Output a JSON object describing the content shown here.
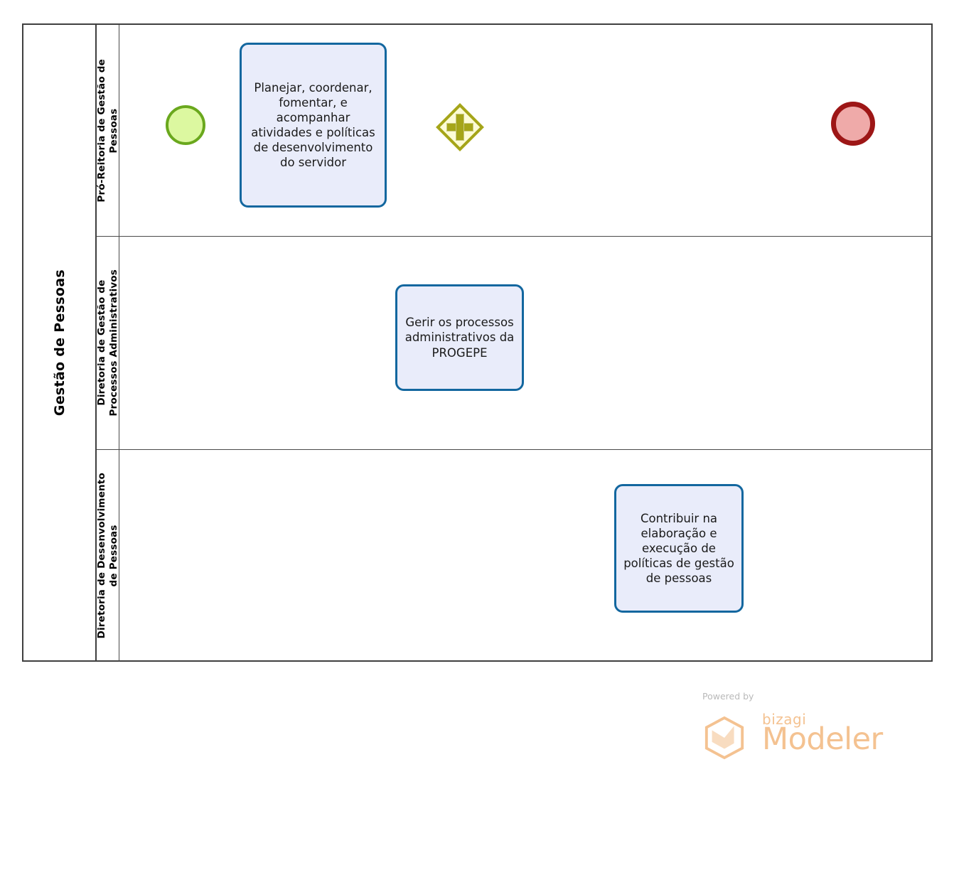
{
  "diagram": {
    "type": "bpmn-process-diagram",
    "pool": {
      "label": "Gestão de Pessoas"
    },
    "lanes": [
      {
        "id": "lane-pro-reitoria",
        "label": "Pró-Reitoria de Gestão de\nPessoas"
      },
      {
        "id": "lane-processos-adm",
        "label": "Diretoria de Gestão de\nProcessos Administrativos"
      },
      {
        "id": "lane-desenvolvimento",
        "label": "Diretoria de Desenvolvimento\nde Pessoas"
      }
    ],
    "nodes": [
      {
        "id": "start-event",
        "type": "start-event",
        "label": "",
        "lane": "lane-pro-reitoria",
        "fill": "#dcf8a0",
        "stroke": "#6aa81d"
      },
      {
        "id": "task-planejar",
        "type": "task",
        "label": "Planejar, coordenar, fomentar, e acompanhar atividades e políticas de desenvolvimento do servidor",
        "lane": "lane-pro-reitoria",
        "fill": "#e9ecfa",
        "stroke": "#13679f"
      },
      {
        "id": "gateway-parallel",
        "type": "parallel-gateway",
        "label": "",
        "lane": "lane-pro-reitoria",
        "fill": "#fdfcd6",
        "stroke": "#a5a519"
      },
      {
        "id": "task-gerir",
        "type": "task",
        "label": "Gerir os processos administrativos da PROGEPE",
        "lane": "lane-processos-adm",
        "fill": "#e9ecfa",
        "stroke": "#13679f"
      },
      {
        "id": "task-contribuir",
        "type": "task",
        "label": "Contribuir na elaboração e execução de políticas de gestão de pessoas",
        "lane": "lane-desenvolvimento",
        "fill": "#e9ecfa",
        "stroke": "#13679f"
      },
      {
        "id": "end-event",
        "type": "end-event",
        "label": "",
        "lane": "lane-pro-reitoria",
        "fill": "#efaaa9",
        "stroke": "#9d1616"
      }
    ],
    "flows": [
      {
        "id": "flow-start-to-planejar",
        "from": "start-event",
        "to": "task-planejar"
      },
      {
        "id": "flow-planejar-to-gateway",
        "from": "task-planejar",
        "to": "gateway-parallel"
      },
      {
        "id": "flow-gateway-to-gerir",
        "from": "gateway-parallel",
        "to": "task-gerir"
      },
      {
        "id": "flow-gateway-to-contribuir",
        "from": "gateway-parallel",
        "to": "task-contribuir"
      },
      {
        "id": "flow-contribuir-to-end",
        "from": "task-contribuir",
        "to": "end-event"
      },
      {
        "id": "flow-gerir-to-end",
        "from": "task-gerir",
        "to": "end-event"
      }
    ]
  },
  "watermark": {
    "powered_by": "Powered by",
    "brand": "bizagi",
    "product": "Modeler",
    "color": "#f4c291"
  }
}
